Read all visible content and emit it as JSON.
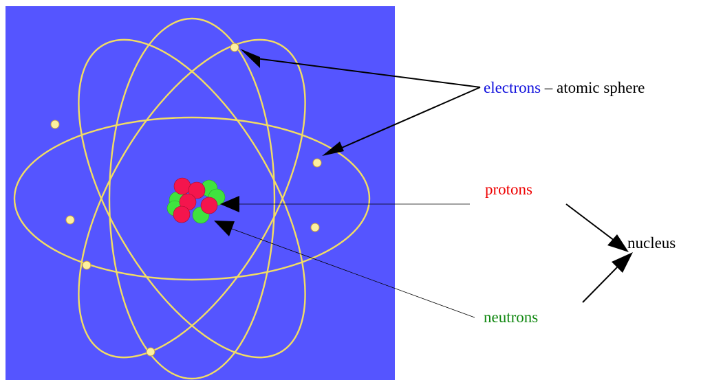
{
  "colors": {
    "background": "#5555ff",
    "orbit": "#f2dd63",
    "electron": "#fdf0a0",
    "proton": "#f4154d",
    "neutron": "#3fe33f",
    "electrons_label": "#1111dd",
    "protons_label": "#ee0000",
    "neutrons_label": "#118811",
    "text": "#000000"
  },
  "labels": {
    "electrons": "electrons",
    "electrons_suffix": " – atomic sphere",
    "protons": "protons",
    "neutrons": "neutrons",
    "nucleus": "nucleus"
  }
}
